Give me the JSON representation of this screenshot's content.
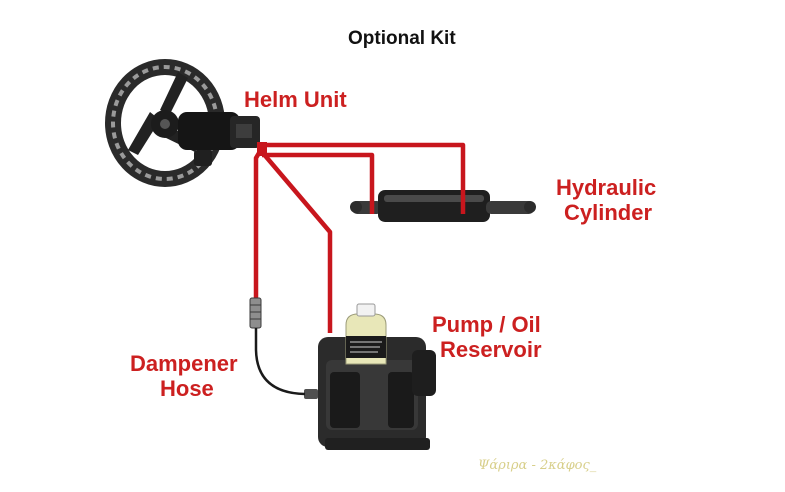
{
  "title": "Optional Kit",
  "labels": {
    "helm_unit": "Helm Unit",
    "hydraulic_cylinder": [
      "Hydraulic",
      "Cylinder"
    ],
    "pump_oil_reservoir": [
      "Pump / Oil",
      "Reservoir"
    ],
    "dampener_hose": [
      "Dampener",
      "Hose"
    ]
  },
  "watermark": "Ψάριρα - 2κάφος_",
  "colors": {
    "label_red": "#cc2020",
    "hydraulic_line": "#c8161d",
    "hose_black": "#1a1a1a",
    "title_black": "#111111"
  },
  "icons": [
    "steering-wheel-icon",
    "helm-pump-icon",
    "hydraulic-cylinder-icon",
    "pump-reservoir-icon",
    "oil-bottle-icon"
  ]
}
